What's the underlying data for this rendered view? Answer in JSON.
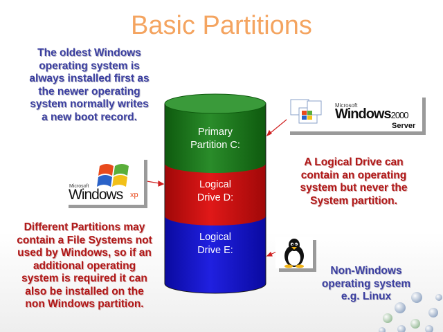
{
  "title": "Basic Partitions",
  "callouts": {
    "oldest": [
      "The oldest Windows",
      "operating system is",
      "always installed first as",
      "the newer operating",
      "system normally writes",
      "a new boot record."
    ],
    "logical_drive": [
      "A Logical Drive can",
      "contain an operating",
      "system but never the",
      "System partition."
    ],
    "different": [
      "Different Partitions may",
      "contain a File Systems not",
      "used by Windows, so if an",
      "additional operating",
      "system is required it can",
      "also be installed on the",
      "non Windows partition."
    ],
    "non_windows": [
      "Non-Windows",
      "operating system",
      "e.g. Linux"
    ]
  },
  "partitions": [
    {
      "line1": "Primary",
      "line2": "Partition C:",
      "color": "#1c7a1c"
    },
    {
      "line1": "Logical",
      "line2": "Drive D:",
      "color": "#d01010"
    },
    {
      "line1": "Logical",
      "line2": "Drive E:",
      "color": "#1a1ad0"
    }
  ],
  "logos": {
    "win2000": {
      "small": "Microsoft",
      "big": "Windows",
      "version": "2000",
      "edition": "Server"
    },
    "winxp": {
      "small": "Microsoft",
      "big": "Windows",
      "version": "xp"
    }
  },
  "colors": {
    "title": "#f4a460",
    "callout_blue": "#3b3fa0",
    "callout_red": "#b01818",
    "arrow": "#d02020"
  }
}
